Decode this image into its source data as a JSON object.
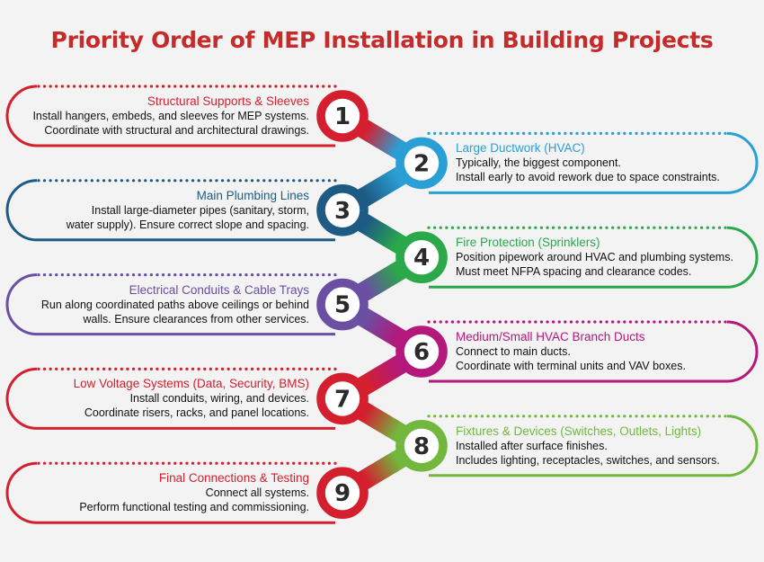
{
  "title": "Priority Order of MEP Installation in Building Projects",
  "colors": {
    "title": "#c62b2b",
    "background": "#f3f3f3",
    "circle_fill": "#ffffff"
  },
  "steps": [
    {
      "number": "1",
      "side": "left",
      "color": "#d4202e",
      "title": "Structural Supports & Sleeves",
      "lines": [
        "Install hangers, embeds, and sleeves for MEP systems.",
        "Coordinate with structural and architectural drawings."
      ]
    },
    {
      "number": "2",
      "side": "right",
      "color": "#2a9fd6",
      "title": "Large Ductwork (HVAC)",
      "lines": [
        "Typically, the biggest component.",
        "Install early to avoid rework due to space constraints."
      ]
    },
    {
      "number": "3",
      "side": "left",
      "color": "#1e5b84",
      "title": "Main Plumbing Lines",
      "lines": [
        "Install large-diameter pipes (sanitary, storm,",
        "water supply). Ensure correct slope and spacing."
      ]
    },
    {
      "number": "4",
      "side": "right",
      "color": "#2aa84a",
      "title": "Fire Protection (Sprinklers)",
      "lines": [
        "Position pipework around HVAC and plumbing systems.",
        "Must meet NFPA spacing and clearance codes."
      ]
    },
    {
      "number": "5",
      "side": "left",
      "color": "#6a4fa3",
      "title": "Electrical Conduits & Cable Trays",
      "lines": [
        "Run along coordinated paths above ceilings or behind",
        "walls. Ensure clearances from other services."
      ]
    },
    {
      "number": "6",
      "side": "right",
      "color": "#b3187a",
      "title": "Medium/Small HVAC Branch Ducts",
      "lines": [
        "Connect to main ducts.",
        "Coordinate with terminal units and VAV boxes."
      ]
    },
    {
      "number": "7",
      "side": "left",
      "color": "#d4202e",
      "title": "Low Voltage Systems (Data, Security, BMS)",
      "lines": [
        "Install conduits, wiring, and devices.",
        "Coordinate risers, racks, and panel locations."
      ]
    },
    {
      "number": "8",
      "side": "right",
      "color": "#72b83e",
      "title": "Fixtures & Devices (Switches, Outlets, Lights)",
      "lines": [
        "Installed after surface finishes.",
        "Includes lighting, receptacles, switches, and sensors."
      ]
    },
    {
      "number": "9",
      "side": "left",
      "color": "#d4202e",
      "title": "Final Connections & Testing",
      "lines": [
        "Connect all systems.",
        "Perform functional testing and commissioning."
      ]
    }
  ]
}
